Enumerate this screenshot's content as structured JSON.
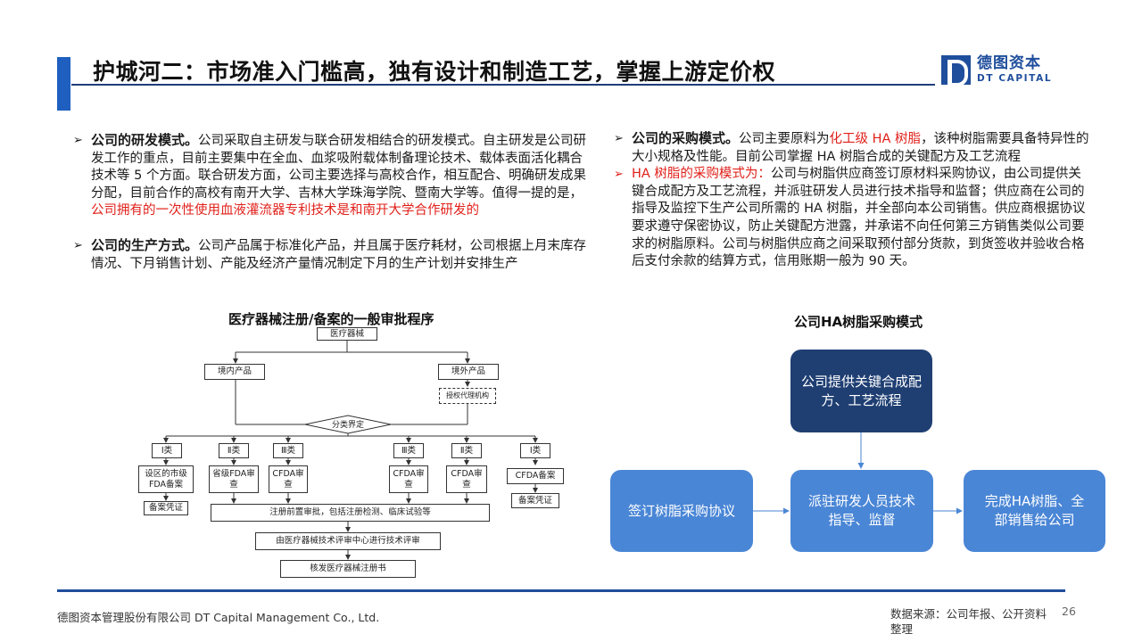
{
  "header": {
    "title": "护城河二：市场准入门槛高，独有设计和制造工艺，掌握上游定价权",
    "logo_cn": "德图资本",
    "logo_en": "DT CAPITAL",
    "accent": "#1f5fbf"
  },
  "left": {
    "p1_label": "公司的研发模式。",
    "p1_text": "公司采取自主研发与联合研发相结合的研发模式。自主研发是公司研发工作的重点，目前主要集中在全血、血浆吸附载体制备理论技术、载体表面活化耦合技术等 5 个方面。联合研发方面，公司主要选择与高校合作，相互配合、明确研发成果分配，目前合作的高校有南开大学、吉林大学珠海学院、暨南大学等。值得一提的是，",
    "p1_red": "公司拥有的一次性使用血液灌流器专利技术是和南开大学合作研发的",
    "p2_label": "公司的生产方式。",
    "p2_text": "公司产品属于标准化产品，并且属于医疗耗材，公司根据上月末库存情况、下月销售计划、产能及经济产量情况制定下月的生产计划并安排生产"
  },
  "right": {
    "p1_label": "公司的采购模式。",
    "p1_pre": "公司主要原料为",
    "p1_red": "化工级 HA 树脂",
    "p1_post": "，该种树脂需要具备特异性的大小规格及性能。目前公司掌握 HA 树脂合成的关键配方及工艺流程",
    "p2_red": "HA 树脂的采购模式为：",
    "p2_text": "公司与树脂供应商签订原材料采购协议，由公司提供关键合成配方及工艺流程，并派驻研发人员进行技术指导和监督；供应商在公司的指导及监控下生产公司所需的 HA 树脂，并全部向本公司销售。供应商根据协议要求遵守保密协议，防止关键配方泄露，并承诺不向任何第三方销售类似公司要求的树脂原料。公司与树脂供应商之间采取预付部分货款，到货签收并验收合格后支付余款的结算方式，信用账期一般为 90 天。"
  },
  "flowchart": {
    "title": "医疗器械注册/备案的一般审批程序",
    "nodes": {
      "root": "医疗器械",
      "domestic": "境内产品",
      "foreign": "境外产品",
      "agent": "授权代理机构",
      "classify": "分类界定",
      "c1_left": "Ⅰ类",
      "c2_left": "Ⅱ类",
      "c3_left": "Ⅲ类",
      "c3_right": "Ⅲ类",
      "c2_right": "Ⅱ类",
      "c1_right": "Ⅰ类",
      "city_fda": "设区的市级FDA备案",
      "prov_fda": "省级FDA审查",
      "cfda_review_l": "CFDA审查",
      "cfda_review_r3": "CFDA审查",
      "cfda_review_r2": "CFDA审查",
      "cfda_record": "CFDA备案",
      "record_cert_l": "备案凭证",
      "record_cert_r": "备案凭证",
      "pre_review": "注册前置审批，包括注册检测、临床试验等",
      "tech_review": "由医疗器械技术评审中心进行技术评审",
      "issue_cert": "核发医疗器械注册书"
    }
  },
  "ha_diagram": {
    "title": "公司HA树脂采购模式",
    "top": "公司提供关键合成配方、工艺流程",
    "left": "签订树脂采购协议",
    "middle": "派驻研发人员技术指导、监督",
    "right": "完成HA树脂、全部销售给公司",
    "dark_color": "#1f3f73",
    "light_color": "#4a86d6"
  },
  "footer": {
    "company": "德图资本管理股份有限公司  DT Capital Management  Co., Ltd.",
    "source": "数据来源：公司年报、公开资料整理",
    "page": "26"
  }
}
